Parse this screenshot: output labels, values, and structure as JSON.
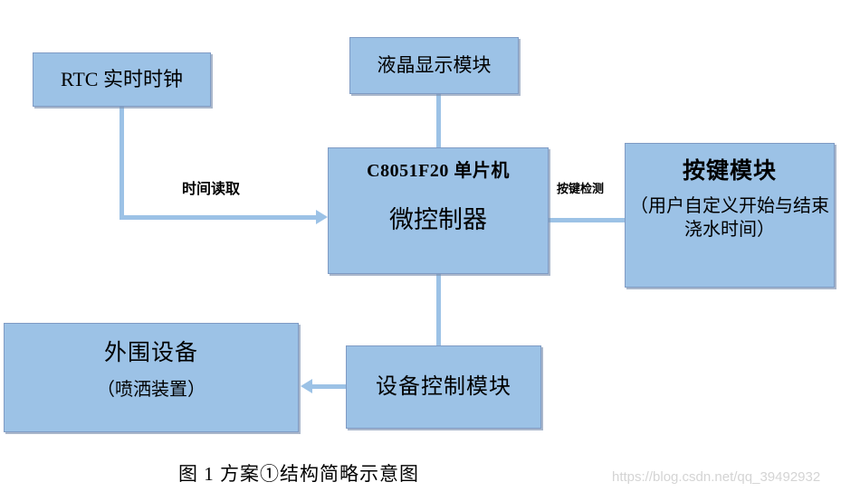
{
  "diagram": {
    "title_caption": "图 1  方案①结构简略示意图",
    "watermark": "https://blog.csdn.net/qq_39492932",
    "colors": {
      "node_fill": "#9CC2E6",
      "node_border": "#7F9BC4",
      "connector": "#9CC2E6",
      "text": "#000000",
      "watermark": "#d4d4d4",
      "background": "#ffffff"
    },
    "nodes": {
      "rtc": {
        "label": "RTC  实时时钟"
      },
      "lcd": {
        "label": "液晶显示模块"
      },
      "mcu": {
        "line1": "C8051F20    单片机",
        "line2": "微控制器"
      },
      "key_module": {
        "line1": "按键模块",
        "line2": "（用户自定义开始与结束浇水时间）"
      },
      "peripheral": {
        "line1": "外围设备",
        "line2": "（喷洒装置）"
      },
      "device_control": {
        "label": "设备控制模块"
      }
    },
    "edges": {
      "rtc_to_mcu": {
        "label": "时间读取"
      },
      "mcu_to_key": {
        "label": "按键检测"
      },
      "lcd_to_mcu": {
        "label": ""
      },
      "mcu_to_device_control": {
        "label": ""
      },
      "device_control_to_peripheral": {
        "label": ""
      }
    }
  }
}
